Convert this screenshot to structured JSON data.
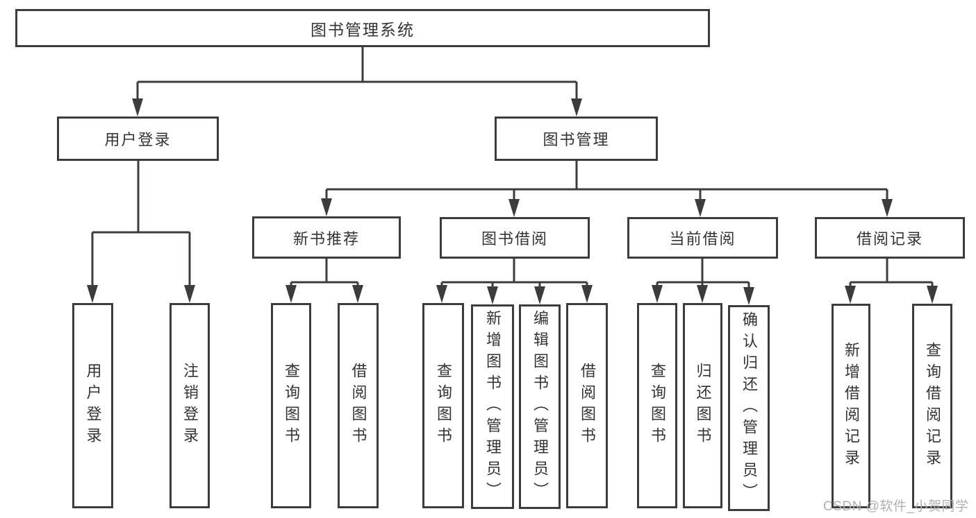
{
  "diagram": {
    "title": "图书管理系统",
    "type": "hierarchy-tree",
    "tree": {
      "label": "图书管理系统",
      "children": [
        {
          "label": "用户登录",
          "children": [
            {
              "label": "用户登录"
            },
            {
              "label": "注销登录"
            }
          ]
        },
        {
          "label": "图书管理",
          "children": [
            {
              "label": "新书推荐",
              "children": [
                {
                  "label": "查询图书"
                },
                {
                  "label": "借阅图书"
                }
              ]
            },
            {
              "label": "图书借阅",
              "children": [
                {
                  "label": "查询图书"
                },
                {
                  "label": "新增图书（管理员）"
                },
                {
                  "label": "编辑图书（管理员）"
                },
                {
                  "label": "借阅图书"
                }
              ]
            },
            {
              "label": "当前借阅",
              "children": [
                {
                  "label": "查询图书"
                },
                {
                  "label": "归还图书"
                },
                {
                  "label": "确认归还（管理员）"
                }
              ]
            },
            {
              "label": "借阅记录",
              "children": [
                {
                  "label": "新增借阅记录"
                },
                {
                  "label": "查询借阅记录"
                }
              ]
            }
          ]
        }
      ]
    }
  },
  "watermark": {
    "text": "CSDN @软件_小贺同学"
  },
  "colors": {
    "line": "#3c3c3c",
    "box_border": "#3c3c3c",
    "text": "#333333",
    "watermark": "#b0b0b0",
    "background": "#ffffff"
  }
}
